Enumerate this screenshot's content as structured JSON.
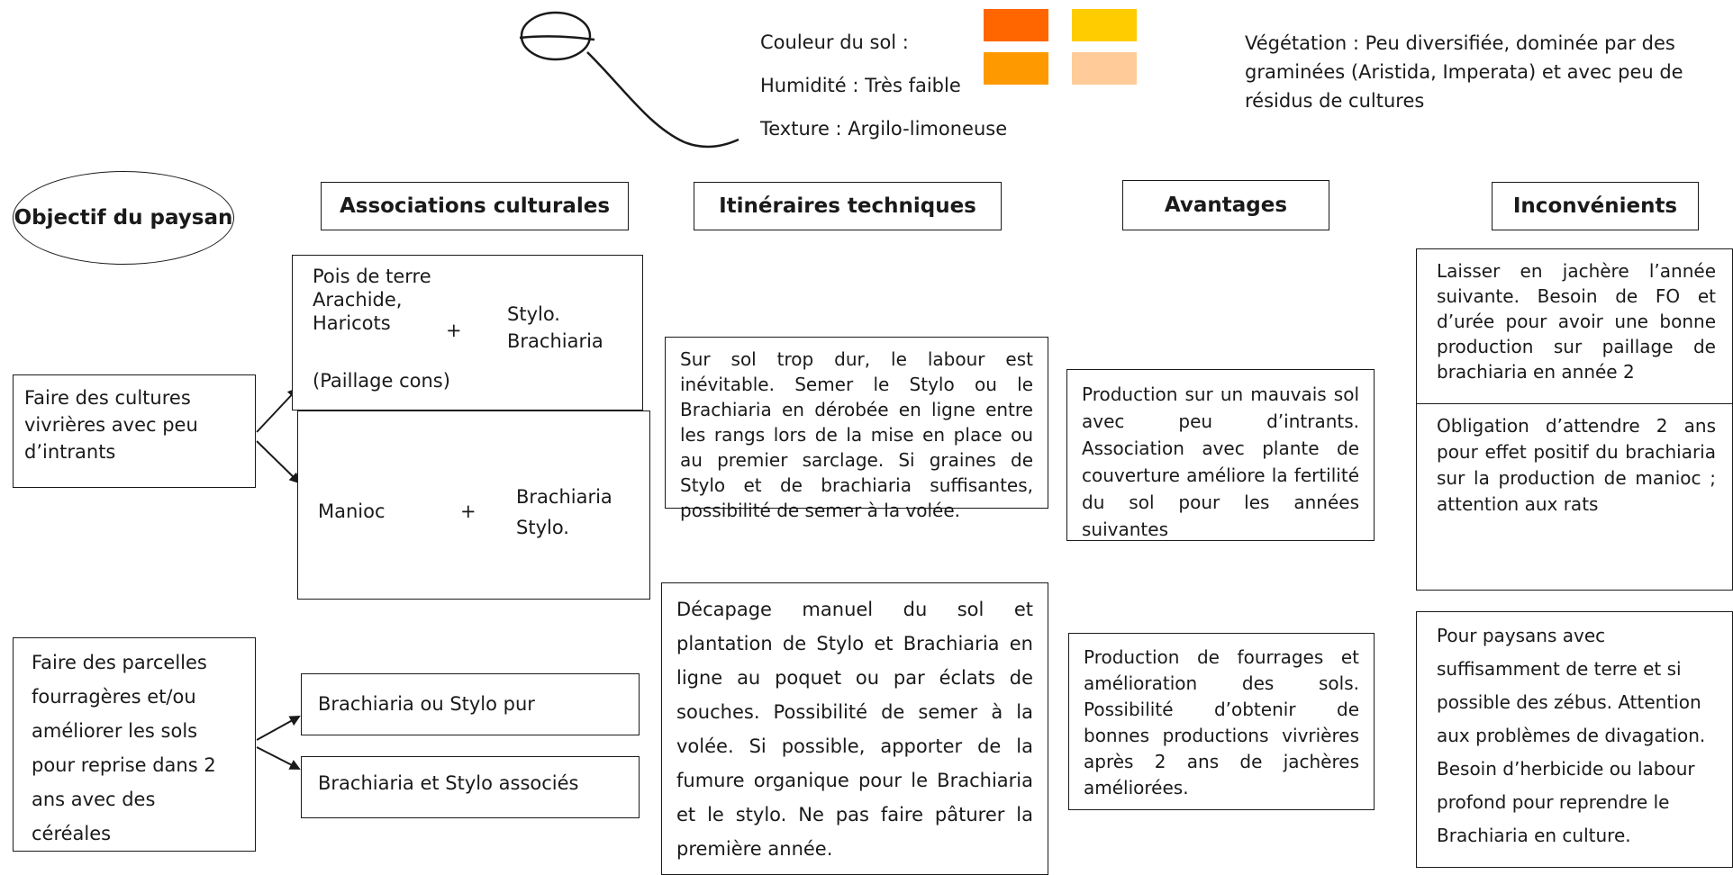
{
  "legend": {
    "soil_color_label": "Couleur du sol :",
    "humidity_label": "Humidité : Très faible",
    "texture_label": "Texture : Argilo-limoneuse",
    "vegetation_text": "Végétation : Peu diversifiée, dominée par des graminées (Aristida, Imperata) et avec peu de résidus de cultures",
    "soil_colors": [
      "#FF6600",
      "#FFCC00",
      "#FF9900",
      "#FFCC99"
    ]
  },
  "headers": {
    "objective": "Objectif du paysan",
    "associations": "Associations culturales",
    "itineraries": "Itinéraires techniques",
    "advantages": "Avantages",
    "disadvantages": "Inconvénients"
  },
  "objectives": {
    "food_crops": "Faire des cultures vivrières avec peu d’intrants",
    "forage": "Faire des parcelles fourragères et/ou améliorer les sols pour reprise dans 2 ans avec des céréales"
  },
  "associations": {
    "a1_crops": "Pois de terre Arachide, Haricots",
    "a1_mulch": "(Paillage cons)",
    "a1_plus": "+",
    "a1_cover": "Stylo. Brachiaria",
    "a2_crop": "Manioc",
    "a2_plus": "+",
    "a2_cover": "Brachiaria Stylo.",
    "a3": "Brachiaria ou Stylo pur",
    "a4": "Brachiaria et Stylo associés"
  },
  "itineraries": {
    "i1": "Sur sol trop dur, le labour est inévitable. Semer le Stylo ou le Brachiaria en dérobée en ligne entre les rangs lors de la mise en place ou au premier sarclage. Si graines de Stylo et de brachiaria suffisantes, possibilité de semer à la volée.",
    "i2": "Décapage manuel du sol et plantation de Stylo et Brachiaria en ligne au poquet ou par éclats de souches. Possibilité de semer à la volée. Si possible, apporter de la fumure organique pour le Brachiaria et le stylo. Ne pas faire pâturer la première année."
  },
  "advantages": {
    "v1": "Production sur un mauvais sol avec peu d’intrants. Association avec plante de couverture améliore la fertilité du sol pour les années suivantes",
    "v2": "Production de fourrages et amélioration des sols. Possibilité d’obtenir de bonnes productions vivrières après 2 ans de jachères améliorées."
  },
  "disadvantages": {
    "d1": "Laisser en jachère l’année suivante. Besoin de FO et d’urée pour avoir une bonne production sur paillage de brachiaria en année 2",
    "d2": "Obligation d’attendre 2 ans pour effet positif du brachiaria sur la production de manioc ; attention aux rats",
    "d3": "Pour paysans avec suffisamment de terre et si possible des zébus. Attention aux problèmes de divagation. Besoin d’herbicide ou labour profond pour reprendre le Brachiaria en culture."
  }
}
